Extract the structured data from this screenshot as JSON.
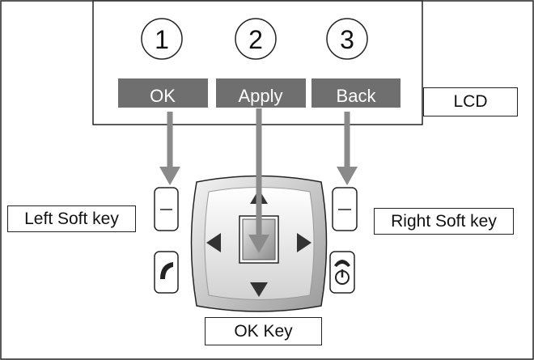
{
  "lcd": {
    "numbers": [
      "1",
      "2",
      "3"
    ],
    "softkeys": [
      "OK",
      "Apply",
      "Back"
    ],
    "colors": {
      "softkey_fill": "#6f6f6f",
      "softkey_text": "#ffffff",
      "arrow": "#8a8a8a"
    }
  },
  "labels": {
    "lcd": "LCD",
    "left_soft_key": "Left Soft key",
    "right_soft_key": "Right Soft key",
    "ok_key": "OK Key"
  },
  "icons": [
    "up-arrow-icon",
    "down-arrow-icon",
    "left-arrow-icon",
    "right-arrow-icon",
    "handset-icon",
    "hangup-power-icon"
  ]
}
